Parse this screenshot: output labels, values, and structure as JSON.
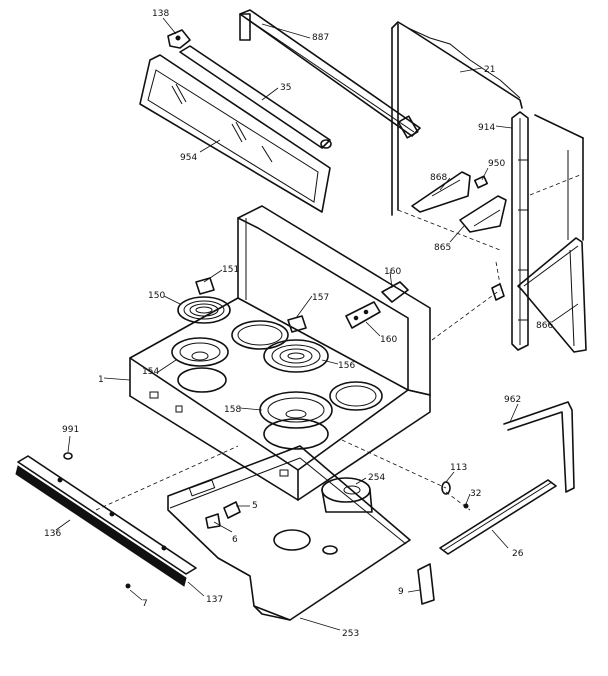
{
  "labels": {
    "l138": "138",
    "l887": "887",
    "l21": "21",
    "l35": "35",
    "l954": "954",
    "l914": "914",
    "l950": "950",
    "l868": "868",
    "l865": "865",
    "l160a": "160",
    "l151": "151",
    "l150": "150",
    "l157": "157",
    "l160b": "160",
    "l156": "156",
    "l154": "154",
    "l1": "1",
    "l158": "158",
    "l866": "866",
    "l962": "962",
    "l991": "991",
    "l254": "254",
    "l113": "113",
    "l32": "32",
    "l5": "5",
    "l136": "136",
    "l6": "6",
    "l26": "26",
    "l7": "7",
    "l137": "137",
    "l9": "9",
    "l253": "253"
  }
}
